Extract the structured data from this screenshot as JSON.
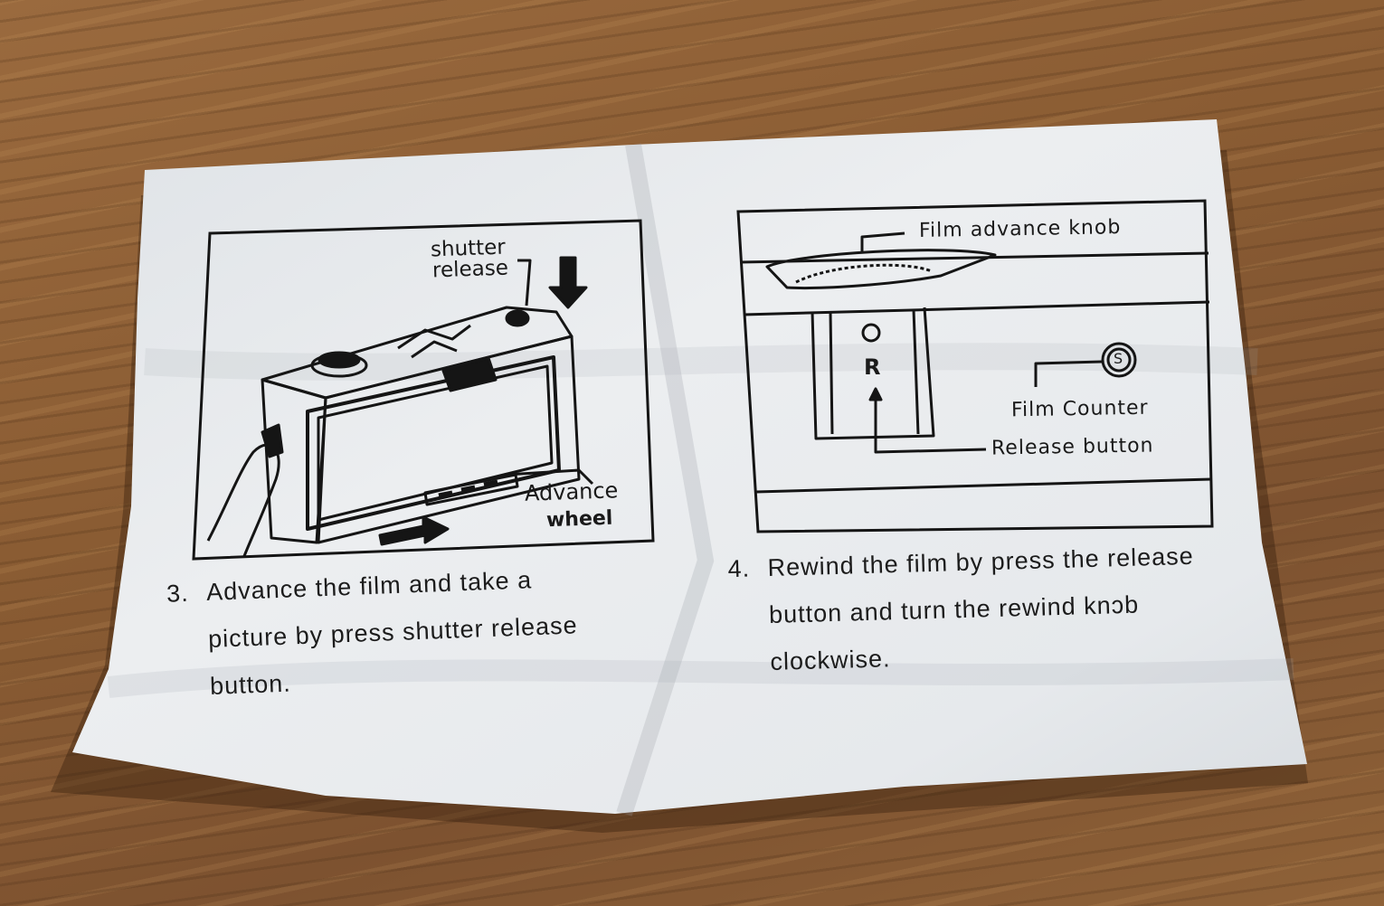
{
  "panel_left": {
    "labels": {
      "shutter_release_1": "shutter",
      "shutter_release_2": "release",
      "advance_wheel_1": "Advance",
      "advance_wheel_2": "wheel"
    },
    "step_number": "3.",
    "caption_lines": [
      "Advance the film and take a",
      "picture by press shutter release",
      "button."
    ]
  },
  "panel_right": {
    "labels": {
      "film_advance_knob": "Film advance knob",
      "r_mark": "R",
      "s_mark": "S",
      "film_counter": "Film Counter",
      "release_button": "Release button"
    },
    "step_number": "4.",
    "caption_lines": [
      "Rewind the film by press the release",
      "button and turn the rewind knɔb",
      "clockwise."
    ]
  },
  "colors": {
    "paper": "#e9ecef",
    "ink": "#1a1a1a",
    "desk": "#8a5c33"
  }
}
